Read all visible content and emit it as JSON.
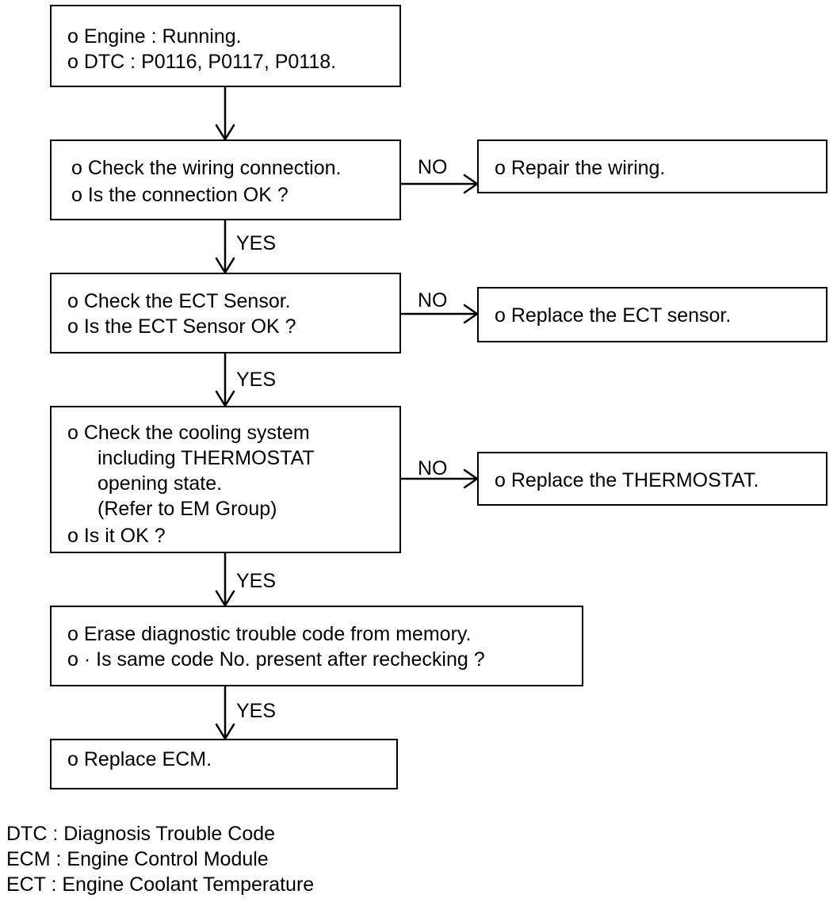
{
  "boxes": {
    "start": {
      "line1": "o   Engine : Running.",
      "line2": "o   DTC : P0116, P0117, P0118."
    },
    "wiring": {
      "line1": "o   Check the wiring connection.",
      "line2": "o   Is the connection OK ?"
    },
    "repair_wiring": {
      "line1": "o   Repair the wiring."
    },
    "ect": {
      "line1": "o   Check the ECT Sensor.",
      "line2": "o   Is the ECT Sensor OK ?"
    },
    "replace_ect": {
      "line1": "o   Replace the ECT sensor."
    },
    "cooling": {
      "line1": "o   Check the cooling system",
      "line2": "including THERMOSTAT",
      "line3": "opening state.",
      "line4": "(Refer to EM Group)",
      "line5": "o   Is it OK  ?"
    },
    "replace_thermostat": {
      "line1": "o   Replace the THERMOSTAT."
    },
    "erase": {
      "line1": "o   Erase diagnostic trouble code from memory.",
      "line2": "o · Is same code No. present after rechecking ?"
    },
    "replace_ecm": {
      "line1": "o   Replace ECM."
    }
  },
  "labels": {
    "no_1": "NO",
    "no_2": "NO",
    "no_3": "NO",
    "yes_1": "YES",
    "yes_2": "YES",
    "yes_3": "YES",
    "yes_4": "YES"
  },
  "legend": [
    "DTC : Diagnosis Trouble Code",
    "ECM : Engine Control Module",
    "ECT : Engine Coolant Temperature"
  ]
}
